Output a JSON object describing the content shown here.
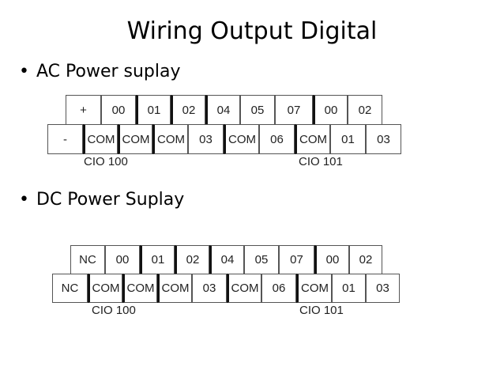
{
  "title": "Wiring Output Digital",
  "ac": {
    "bullet": "•",
    "heading": "AC Power suplay",
    "top_row": [
      "+",
      "00",
      "01",
      "02",
      "04",
      "05",
      "07",
      "00",
      "02"
    ],
    "bottom_row": [
      "-",
      "COM",
      "COM",
      "COM",
      "03",
      "COM",
      "06",
      "COM",
      "01",
      "03"
    ],
    "label_left": "CIO 100",
    "label_right": "CIO 101"
  },
  "dc": {
    "bullet": "•",
    "heading": "DC  Power Suplay",
    "top_row": [
      "NC",
      "00",
      "01",
      "02",
      "04",
      "05",
      "07",
      "00",
      "02"
    ],
    "bottom_row": [
      "NC",
      "COM",
      "COM",
      "COM",
      "03",
      "COM",
      "06",
      "COM",
      "01",
      "03"
    ],
    "label_left": "CIO 100",
    "label_right": "CIO 101"
  }
}
